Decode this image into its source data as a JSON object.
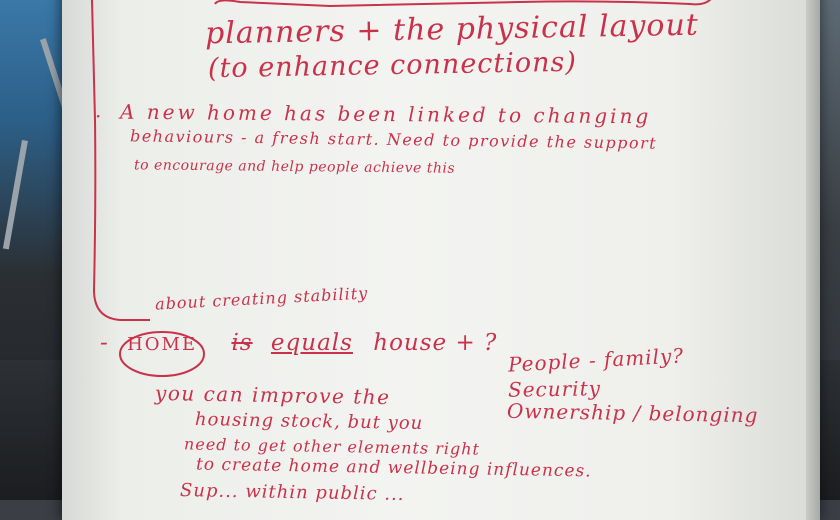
{
  "notes": {
    "line_1": "planners + the physical layout",
    "line_2": "(to enhance connections)",
    "bullet_1": "·",
    "line_3": "A new home has been linked to changing",
    "line_4": "behaviours - a fresh start. Need to provide the support",
    "line_5": "to encourage and help people achieve this",
    "line_6": "about creating stability",
    "home_dash": "-",
    "home_word": "HOME",
    "home_struck": "is",
    "home_equals": "equals",
    "home_rest": "house + ?",
    "line_7": "you can improve the",
    "line_8": "housing stock, but you",
    "line_9": "need to get other elements right",
    "line_10": "to create home and wellbeing influences.",
    "line_11": "Sup... within public ...",
    "right_1": "People - family?",
    "right_2": "Security",
    "right_3": "Ownership / belonging"
  },
  "colors": {
    "ink": "#c9324a",
    "paper": "#f1f2ef"
  }
}
